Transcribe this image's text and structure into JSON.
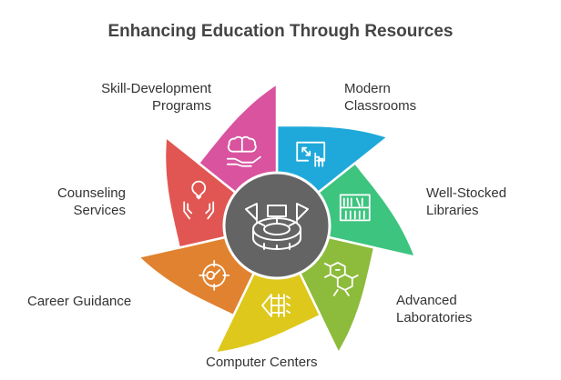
{
  "title": "Enhancing Education Through Resources",
  "center": {
    "icon": "stadium-icon",
    "color": "#646464"
  },
  "segments": [
    {
      "label_lines": [
        "Modern",
        "Classrooms"
      ],
      "color": "#1FA9DA",
      "icon": "touchscreen-icon"
    },
    {
      "label_lines": [
        "Well-Stocked",
        "Libraries"
      ],
      "color": "#3DC47F",
      "icon": "bookshelf-icon"
    },
    {
      "label_lines": [
        "Advanced",
        "Laboratories"
      ],
      "color": "#8DBB3B",
      "icon": "molecule-icon"
    },
    {
      "label_lines": [
        "Computer Centers"
      ],
      "color": "#DEC81B",
      "icon": "network-icon"
    },
    {
      "label_lines": [
        "Career Guidance"
      ],
      "color": "#E0822F",
      "icon": "target-key-icon"
    },
    {
      "label_lines": [
        "Counseling",
        "Services"
      ],
      "color": "#E15652",
      "icon": "caring-hands-icon"
    },
    {
      "label_lines": [
        "Skill-Development",
        "Programs"
      ],
      "color": "#D9539F",
      "icon": "brain-hand-icon"
    }
  ]
}
